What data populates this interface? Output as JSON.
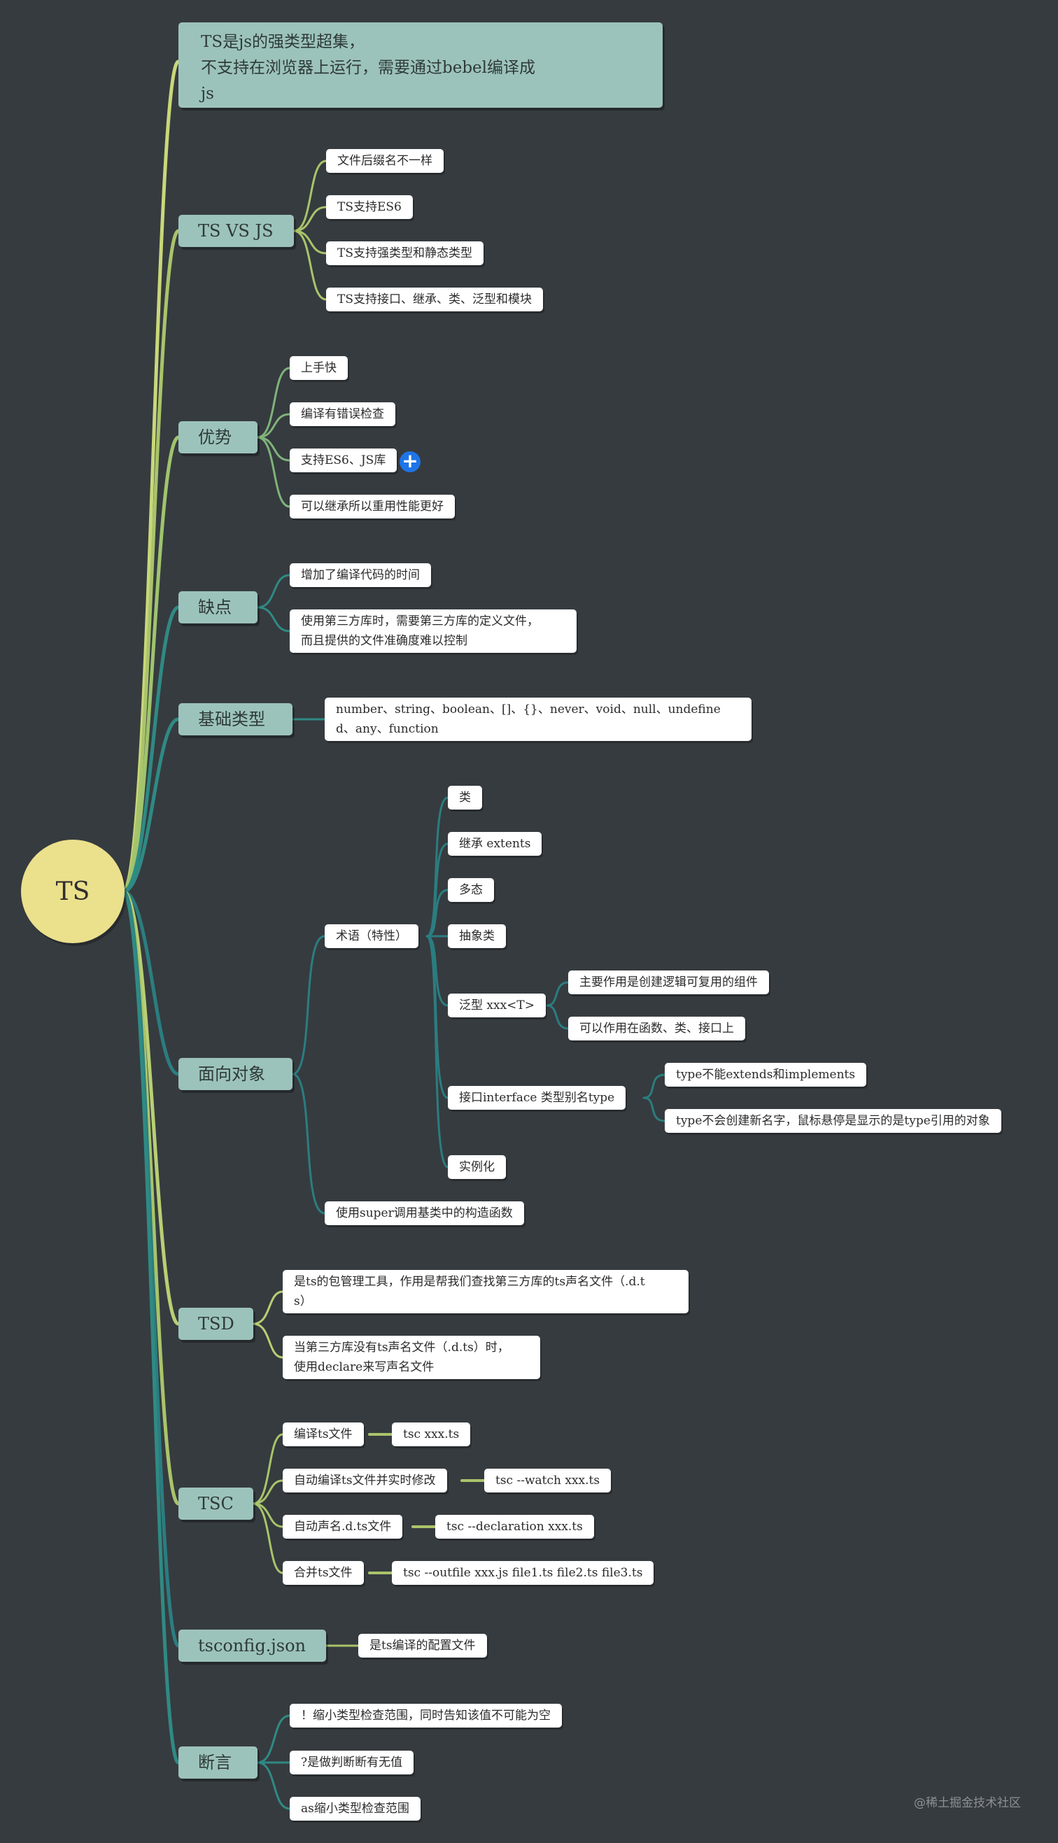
{
  "root": "TS",
  "topics": {
    "intro": [
      "TS是js的强类型超集，",
      "不支持在浏览器上运行，需要通过bebel编译成",
      "js"
    ],
    "ts_vs_js": {
      "label": "TS  VS  JS",
      "items": [
        "文件后缀名不一样",
        "TS支持ES6",
        "TS支持强类型和静态类型",
        "TS支持接口、继承、类、泛型和模块"
      ]
    },
    "advantages": {
      "label": "优势",
      "items": [
        "上手快",
        "编译有错误检查",
        "支持ES6、JS库",
        "可以继承所以重用性能更好"
      ]
    },
    "disadvantages": {
      "label": "缺点",
      "items": [
        "增加了编译代码的时间"
      ],
      "multi": [
        "使用第三方库时，需要第三方库的定义文件，",
        "而且提供的文件准确度难以控制"
      ]
    },
    "basic_types": {
      "label": "基础类型",
      "lines": [
        "number、string、boolean、[]、{}、never、void、null、undefine",
        "d、any、function"
      ]
    },
    "oop": {
      "label": "面向对象",
      "terms": {
        "label": "术语（特性）",
        "items": [
          "类",
          "继承 extents",
          "多态",
          "抽象类",
          "泛型   xxx<T>",
          "接口interface  类型别名type",
          "实例化"
        ],
        "generics": [
          "主要作用是创建逻辑可复用的组件",
          "可以作用在函数、类、接口上"
        ],
        "interface_vs_type": [
          "type不能extends和implements",
          "type不会创建新名字，鼠标悬停是显示的是type引用的对象"
        ]
      },
      "super": "使用super调用基类中的构造函数"
    },
    "tsd": {
      "label": "TSD",
      "first": [
        "是ts的包管理工具，作用是帮我们查找第三方库的ts声名文件（.d.t",
        "s）"
      ],
      "second": [
        "当第三方库没有ts声名文件（.d.ts）时，",
        "使用declare来写声名文件"
      ]
    },
    "tsc": {
      "label": "TSC",
      "rows": [
        {
          "task": "编译ts文件",
          "cmd": "tsc  xxx.ts"
        },
        {
          "task": "自动编译ts文件并实时修改",
          "cmd": "tsc  --watch xxx.ts"
        },
        {
          "task": "自动声名.d.ts文件",
          "cmd": "tsc --declaration xxx.ts"
        },
        {
          "task": "合并ts文件",
          "cmd": "tsc --outfile xxx.js  file1.ts  file2.ts  file3.ts"
        }
      ]
    },
    "tsconfig": {
      "label": "tsconfig.json",
      "item": "是ts编译的配置文件"
    },
    "assertion": {
      "label": "断言",
      "items": [
        "！缩小类型检查范围，同时告知该值不可能为空",
        "?是做判断断有无值",
        "as缩小类型检查范围"
      ]
    }
  },
  "watermark": "@稀土掘金技术社区",
  "colors": {
    "background": "#363b3f",
    "root": "#ebe08c",
    "topic": "#9cc3bb",
    "leaf": "#ffffff",
    "branch_green": "#a9c46a",
    "branch_teal": "#2b7d80",
    "add_button": "#1e74e8"
  }
}
